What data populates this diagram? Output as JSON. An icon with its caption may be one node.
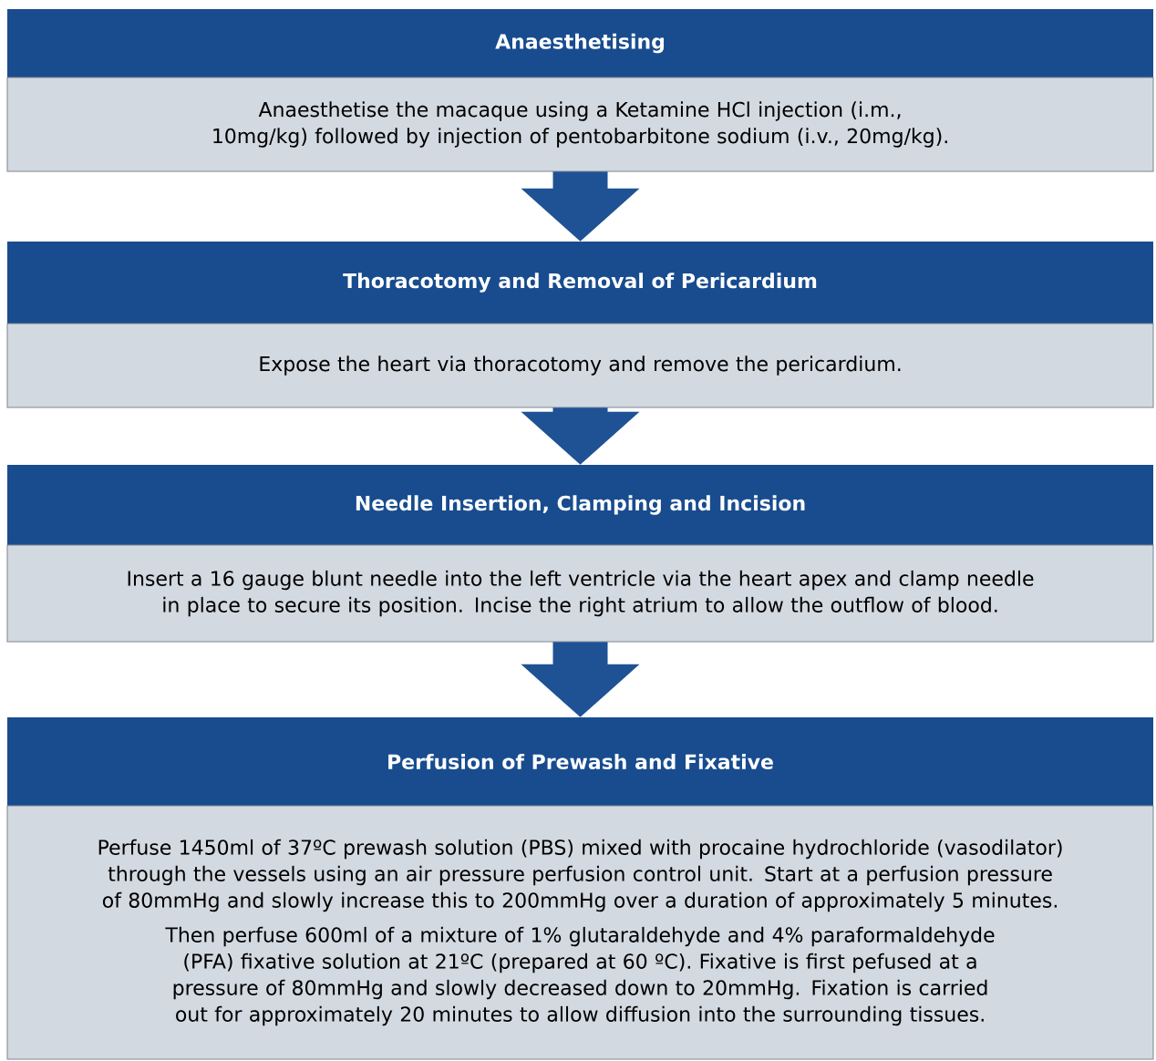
{
  "diagram": {
    "nodes": [
      {
        "text": [
          "Anaesthetising",
          "Anaesthetise the macaque using a Ketamine HCl injection (i.m., 10mg/kg) followed by injection of pentobarbitone sodium (i.v., 20mg/kg)."
        ]
      },
      {
        "text": [
          "Thoracotomy and Removal of Pericardium",
          "Expose the heart via thoracotomy and remove the pericardium."
        ]
      },
      {
        "text": [
          "Needle Insertion, Clamping and Incision",
          "Insert a 16 gauge blunt needle into the left ventricle via the heart apex and clamp needle in place to secure its position. Incise the right atrium to allow the outflow of blood."
        ]
      },
      {
        "text": [
          "Perfusion of Prewash and Fixative",
          "Perfuse 1450ml of 37ºC prewash solution (PBS) mixed with procaine hydrochloride (vasodilator) through the vessels using an air pressure perfusion control unit. Start at a perfusion pressure of 80mmHg and slowly increase this to 200mmHg over a duration of approximately 5 minutes.",
          "Then perfuse 600ml of a mixture of 1% glutaraldehyde and 4% paraformaldehyde (PFA) fixative solution at 21ºC (prepared at 60 ºC). Fixative is first pefused at a pressure of 80mmHg and slowly decreased down to 20mmHg. Fixation is carried out for approximately 20 minutes to allow diffusion into the surrounding tissues."
        ]
      }
    ],
    "edges": [
      {
        "from": 0,
        "to": 1,
        "arrow": "to"
      },
      {
        "from": 1,
        "to": 2,
        "arrow": "to"
      },
      {
        "from": 2,
        "to": 3,
        "arrow": "to"
      }
    ]
  }
}
